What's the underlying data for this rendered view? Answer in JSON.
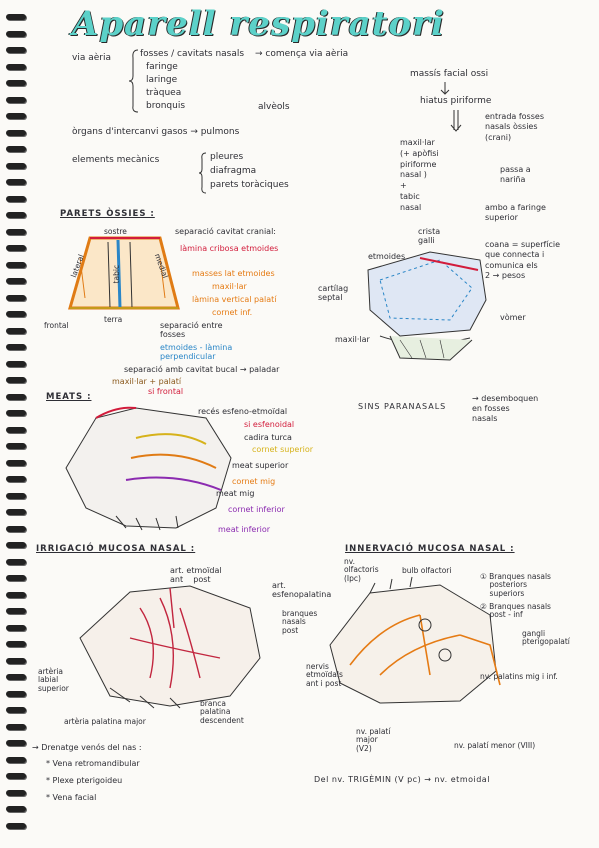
{
  "title": "Aparell respiratori",
  "via_aeria": {
    "label": "via aèria",
    "items": [
      "fosses / cavitats nasals",
      "faringe",
      "laringe",
      "tràquea",
      "bronquis"
    ],
    "arrow_text": "→ comença via aèria",
    "alveols": "alvèols"
  },
  "massis": {
    "massis": "massís facial ossi",
    "hiatus": "hiatus piriforme",
    "maxillar": "maxil·lar\n(+ apòfisi\npiriforme\nnasal )\n+\ntabic\nnasal",
    "entrada": "entrada fosses\nnasals òssies\n(crani)",
    "passa": "passa a\nnariña",
    "ambo": "ambo a faringe\nsuperior",
    "coana": "coana = superfície\nque connecta i\ncomunica els\n2 → pesos"
  },
  "organs": "òrgans d'intercanvi gasos → pulmons",
  "mecanics": {
    "label": "elements mecànics",
    "items": [
      "pleures",
      "diafragma",
      "parets toràciques"
    ]
  },
  "parets": {
    "heading": "PARETS ÒSSIES :",
    "sostre": "sostre",
    "sostre_note": "separació cavitat cranial:",
    "lamina_cribosa": "làmina cribosa etmoides",
    "lateral": "lateral",
    "medial": "medial",
    "tabic": "tabic",
    "terra": "terra",
    "frontal": "frontal",
    "laterals": [
      "masses lat etmoides",
      "maxil·lar",
      "làmina vertical palatí",
      "cornet inf."
    ],
    "sep_fosses": "separació entre\nfosses",
    "etmoides_lamina": "etmoides - làmina\nperpendicular",
    "terra_note": "separació amb cavitat bucal → paladar",
    "maxillar_palati": "maxil·lar + palatí",
    "etmoides": "etmoides",
    "crista": "crista\ngalli",
    "cartilag": "cartílag\nseptal",
    "vomer": "vòmer",
    "maxilar": "maxil·lar"
  },
  "meats": {
    "heading": "MEATS :",
    "si_frontal": "si frontal",
    "recess": "recés esfeno-etmoïdal",
    "si_esfenoidal": "si esfenoidal",
    "cadira": "cadira turca",
    "cornet_sup": "cornet superior",
    "meat_sup": "meat superior",
    "cornet_mig": "cornet mig",
    "meat_mig": "meat mig",
    "cornet_inf": "cornet inferior",
    "meat_inf": "meat inferior",
    "sins": "SINS PARANASALS",
    "desemboquen": "→ desemboquen\nen fosses\nnasals"
  },
  "irrigacio": {
    "heading": "IRRIGACIÓ MUCOSA NASAL :",
    "etmoidal": "art. etmoïdal\nant    post",
    "esfeno": "art.\nesfenopalatina",
    "branques": "branques\nnasals\npost",
    "labial": "artèria\nlabial\nsuperior",
    "palatina": "artèria palatina major",
    "branca": "branca\npalatina\ndescendent"
  },
  "innervacio": {
    "heading": "INNERVACIÓ MUCOSA NASAL :",
    "olfactoris": "nv.\nolfactoris\n(Ipc)",
    "bulb": "bulb olfactori",
    "b1": "① Branques nasals\n    posteriors\n    superiors",
    "b2": "② Branques nasals\n    post - inf",
    "gangli": "gangli\npterigopalatí",
    "palatins": "nv. palatins mig i inf.",
    "etmoidals": "nervis\netmoïdals\nant i post",
    "palati_major": "nv. palatí\nmajor\n(V2)",
    "palati_menor": "nv. palatí menor (VIII)",
    "trigemin": "Del nv. TRIGÈMIN (V pc) → nv. etmoidal"
  },
  "drenatge": {
    "heading": "→ Drenatge venós del nas :",
    "items": [
      "* Vena retromandibular",
      "* Plexe pterigoideu",
      "* Vena facial"
    ]
  }
}
